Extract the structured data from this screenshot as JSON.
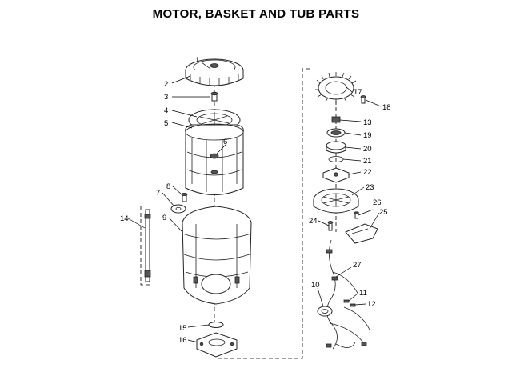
{
  "title": "MOTOR, BASKET AND TUB PARTS",
  "callouts": [
    {
      "id": "1",
      "label": "1"
    },
    {
      "id": "2",
      "label": "2"
    },
    {
      "id": "3",
      "label": "3"
    },
    {
      "id": "4",
      "label": "4"
    },
    {
      "id": "5",
      "label": "5"
    },
    {
      "id": "6",
      "label": "6"
    },
    {
      "id": "7",
      "label": "7"
    },
    {
      "id": "8",
      "label": "8"
    },
    {
      "id": "9",
      "label": "9"
    },
    {
      "id": "10",
      "label": "10"
    },
    {
      "id": "11",
      "label": "11"
    },
    {
      "id": "12",
      "label": "12"
    },
    {
      "id": "13",
      "label": "13"
    },
    {
      "id": "14",
      "label": "14"
    },
    {
      "id": "15",
      "label": "15"
    },
    {
      "id": "16",
      "label": "16"
    },
    {
      "id": "17",
      "label": "17"
    },
    {
      "id": "18",
      "label": "18"
    },
    {
      "id": "19",
      "label": "19"
    },
    {
      "id": "20",
      "label": "20"
    },
    {
      "id": "21",
      "label": "21"
    },
    {
      "id": "22",
      "label": "22"
    },
    {
      "id": "23",
      "label": "23"
    },
    {
      "id": "24",
      "label": "24"
    },
    {
      "id": "25",
      "label": "25"
    },
    {
      "id": "26",
      "label": "26"
    },
    {
      "id": "27",
      "label": "27"
    }
  ]
}
